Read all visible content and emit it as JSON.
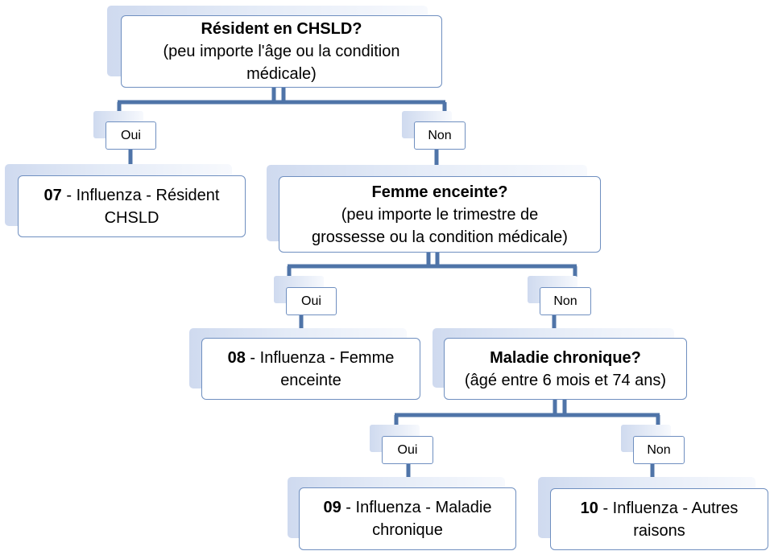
{
  "questions": {
    "q1": {
      "title": "Résident en CHSLD?",
      "line1": "(peu importe l'âge ou la condition",
      "line2": "médicale)"
    },
    "q2": {
      "title": "Femme enceinte?",
      "line1": "(peu importe le trimestre de",
      "line2": "grossesse ou la condition médicale)"
    },
    "q3": {
      "title": "Maladie chronique?",
      "line1": "(âgé entre 6 mois et 74 ans)"
    }
  },
  "labels": {
    "q1_yes": "Oui",
    "q1_no": "Non",
    "q2_yes": "Oui",
    "q2_no": "Non",
    "q3_yes": "Oui",
    "q3_no": "Non"
  },
  "results": {
    "r07": {
      "code": "07",
      "text_a": " - Influenza - Résident",
      "text_b": "CHSLD"
    },
    "r08": {
      "code": "08",
      "text_a": " - Influenza - Femme",
      "text_b": "enceinte"
    },
    "r09": {
      "code": "09",
      "text_a": " - Influenza - Maladie",
      "text_b": "chronique"
    },
    "r10": {
      "code": "10",
      "text_a": " - Influenza - Autres",
      "text_b": "raisons"
    }
  },
  "colors": {
    "connector": "#4f74a8",
    "box_border": "#6f8fc0",
    "shadow": "#cfdaef"
  }
}
